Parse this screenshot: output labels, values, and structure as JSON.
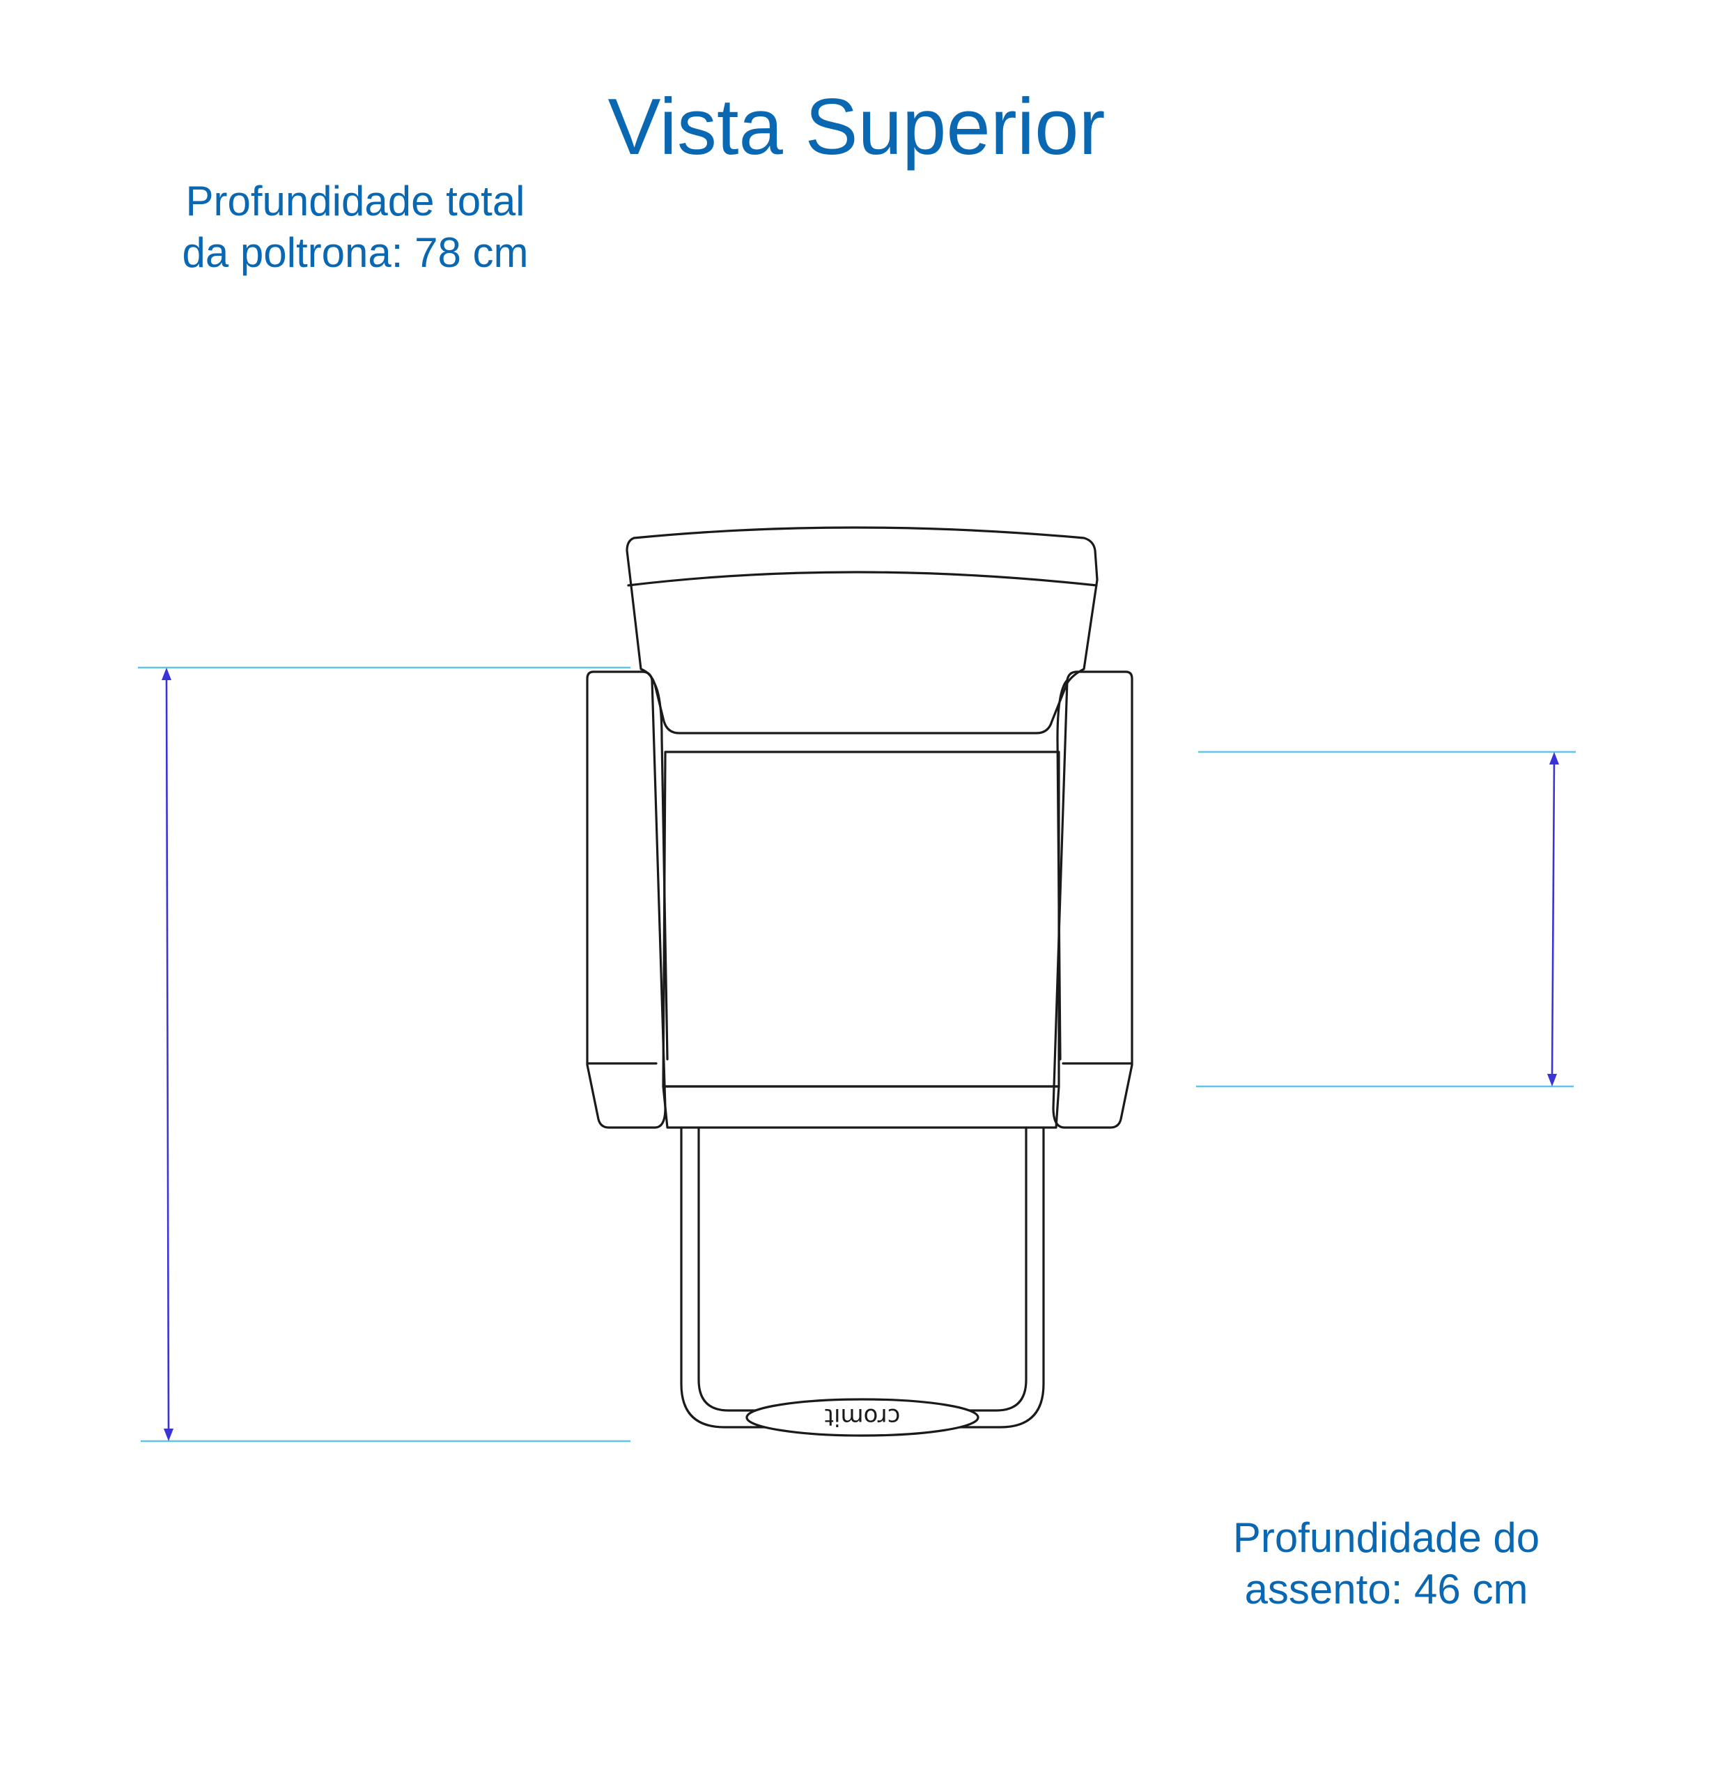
{
  "title": "Vista Superior",
  "total_depth": {
    "line1": "Profundidade total",
    "line2": "da poltrona: 78 cm"
  },
  "seat_depth": {
    "line1": "Profundidade do",
    "line2": "assento: 46 cm"
  },
  "brand_logo": "cromit",
  "colors": {
    "text": "#0a68b3",
    "guide_lines": "#5fc4e6",
    "dimension_lines": "#3a34d6",
    "outline": "#1a1a1a"
  }
}
